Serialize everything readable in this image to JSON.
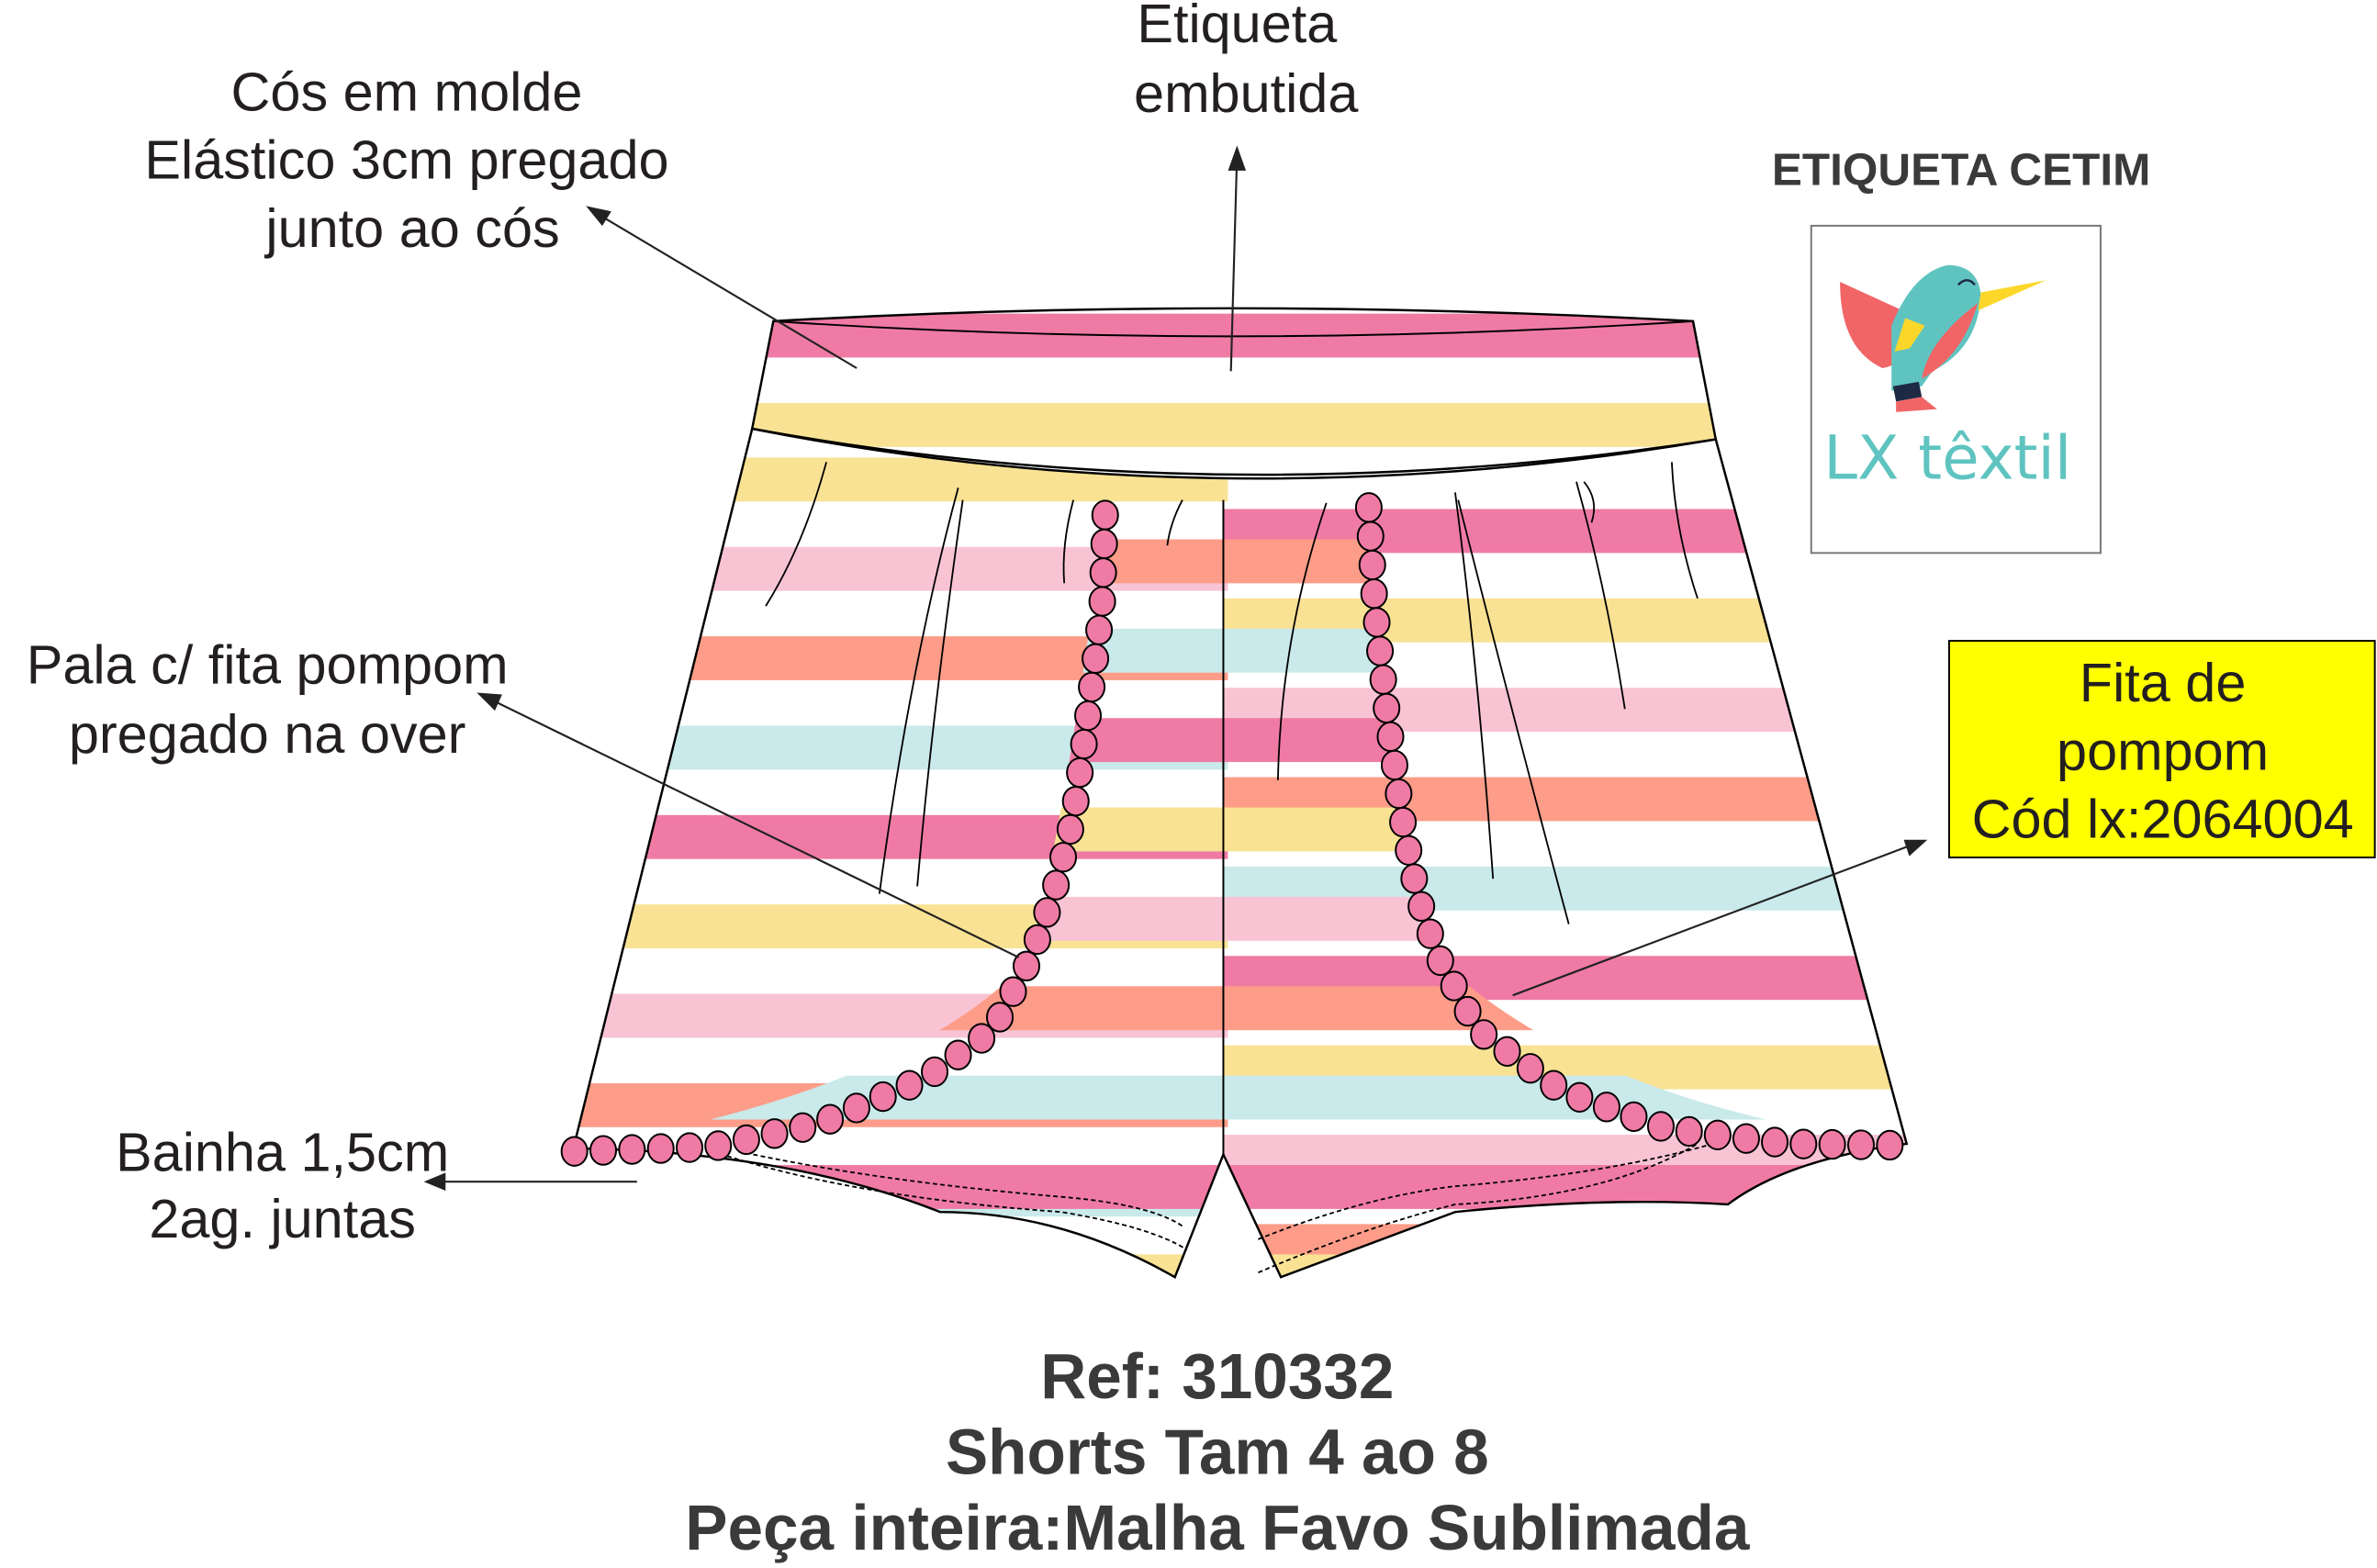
{
  "annotations": {
    "waistband": [
      "Cós em molde",
      "Elástico 3cm pregado",
      "junto ao cós"
    ],
    "label": [
      "Etiqueta",
      "embutida"
    ],
    "yoke": [
      "Pala c/ fita pompom",
      "pregado na over"
    ],
    "hem": [
      "Bainha 1,5cm",
      "2ag. juntas"
    ],
    "pompom_tape": [
      "Fita de",
      "pompom",
      "Cód lx:2064004"
    ]
  },
  "satin_label": {
    "title": "ETIQUETA CETIM",
    "brand": "LX têxtil"
  },
  "footer": {
    "ref": "Ref: 310332",
    "product": "Shorts Tam 4 ao 8",
    "fabric": "Peça inteira:Malha Favo Sublimada"
  },
  "colors": {
    "pink": "#ef7ba5",
    "yellow": "#f9e294",
    "light_pink": "#f8c4d4",
    "salmon": "#fd9c88",
    "light_blue": "#c9e9ea",
    "pompom": "#ef7ba5",
    "highlight": "#ffff00",
    "teal": "#5fc4c0",
    "coral": "#f16567"
  }
}
